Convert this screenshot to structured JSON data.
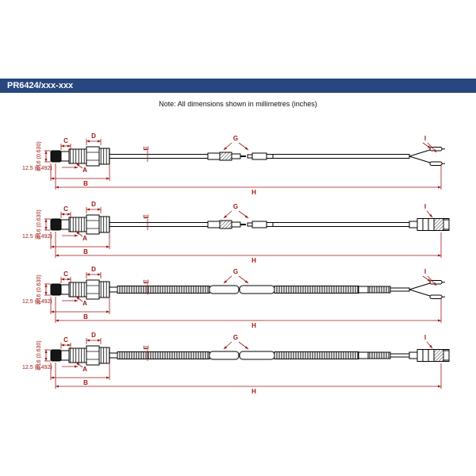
{
  "header": {
    "title": "PR6424/xxx-xxx"
  },
  "note": "Note: All dimensions shown in millimetres (inches)",
  "colors": {
    "header_bar": "#27477e",
    "dimension_red": "#a01818",
    "line_black": "#000000",
    "background": "#ffffff"
  },
  "rows": [
    {
      "variant": "conventional-cable-open-wire-ends",
      "diameter_dim": "Ø16 (0.630)",
      "front_length_dim": "12.5 (0.492)",
      "labels": {
        "A": "A",
        "B": "B",
        "C": "C",
        "D": "D",
        "E": "E",
        "G": "G",
        "H": "H",
        "I": "I"
      }
    },
    {
      "variant": "conventional-cable-connector-end",
      "diameter_dim": "Ø16 (0.630)",
      "front_length_dim": "12.5 (0.492)",
      "labels": {
        "A": "A",
        "B": "B",
        "C": "C",
        "D": "D",
        "E": "E",
        "G": "G",
        "H": "H",
        "I": "I"
      }
    },
    {
      "variant": "armoured-cable-open-wire-ends",
      "diameter_dim": "Ø16 (0.630)",
      "front_length_dim": "12.5 (0.492)",
      "labels": {
        "A": "A",
        "B": "B",
        "C": "C",
        "D": "D",
        "E": "E",
        "G": "G",
        "H": "H",
        "I": "I"
      }
    },
    {
      "variant": "armoured-cable-connector-end",
      "diameter_dim": "Ø16 (0.630)",
      "front_length_dim": "12.5 (0.492)",
      "labels": {
        "A": "A",
        "B": "B",
        "C": "C",
        "D": "D",
        "E": "E",
        "G": "G",
        "H": "H",
        "I": "I"
      }
    }
  ]
}
